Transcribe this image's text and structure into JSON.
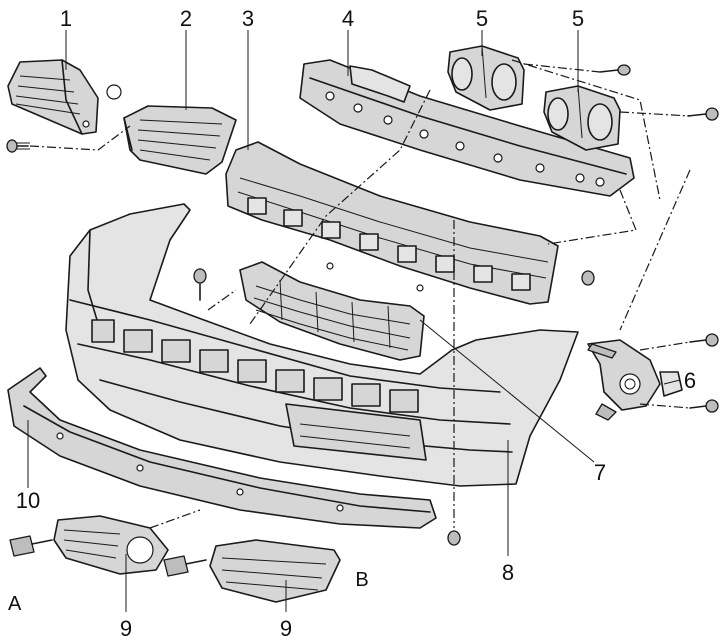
{
  "callouts": {
    "n1": "1",
    "n2": "2",
    "n3": "3",
    "n4": "4",
    "n5a": "5",
    "n5b": "5",
    "n6": "6",
    "n7": "7",
    "n8": "8",
    "n9a": "9",
    "n9b": "9",
    "n10": "10",
    "view_a": "A",
    "view_b": "B"
  }
}
